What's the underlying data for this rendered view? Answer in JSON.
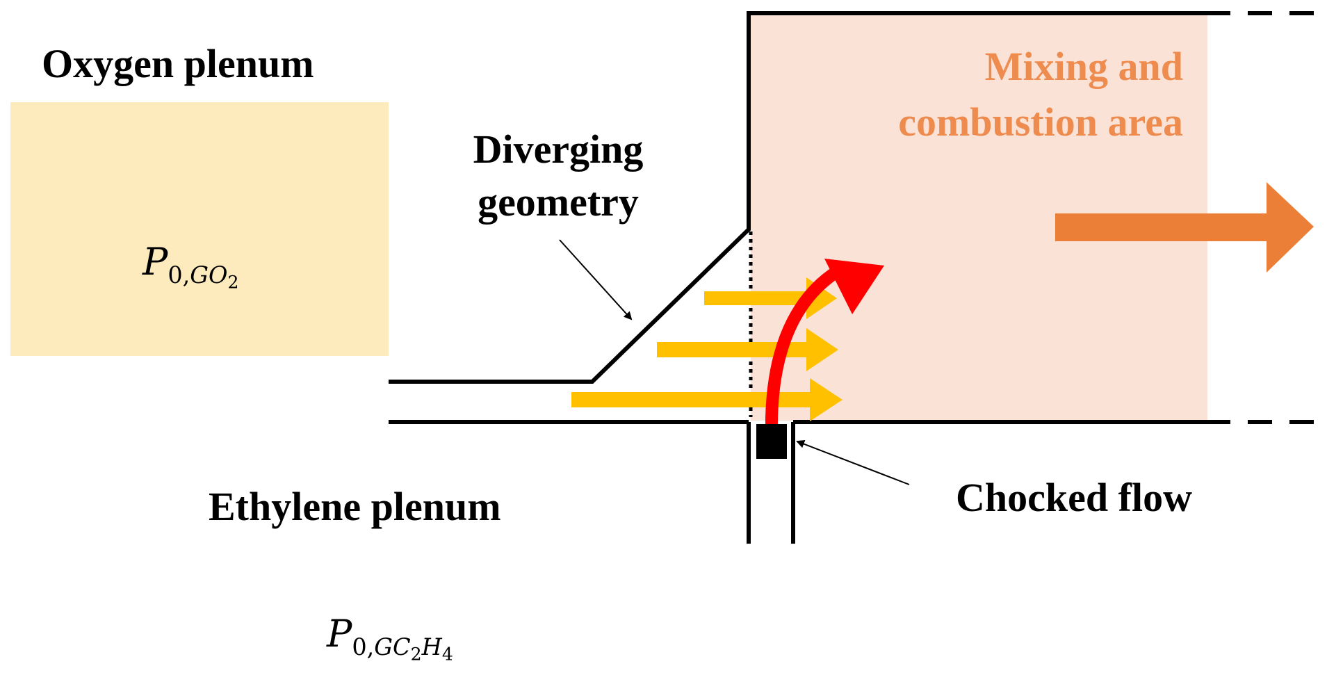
{
  "labels": {
    "oxygen_plenum": "Oxygen plenum",
    "diverging_line1": "Diverging",
    "diverging_line2": "geometry",
    "mixing_line1": "Mixing and",
    "mixing_line2": "combustion area",
    "ethylene_plenum": "Ethylene plenum",
    "choked_flow": "Chocked flow"
  },
  "math": {
    "oxygen_pressure": {
      "base": "P",
      "sub_prefix": "0,",
      "sub_var": "GO",
      "sub_sub": "2"
    },
    "ethylene_pressure": {
      "base": "P",
      "sub_prefix": "0,",
      "sub_var1": "GC",
      "sub_sub1": "2",
      "sub_var2": "H",
      "sub_sub2": "4"
    }
  },
  "colors": {
    "oxygen_plenum_fill": "#fdebbd",
    "combustion_fill": "#fbe2d6",
    "combustion_text": "#ed8c4e",
    "outlet_arrow": "#ec7f38",
    "oxygen_arrows": "#ffc000",
    "ethylene_arrow": "#ff0000",
    "walls": "#000000"
  }
}
